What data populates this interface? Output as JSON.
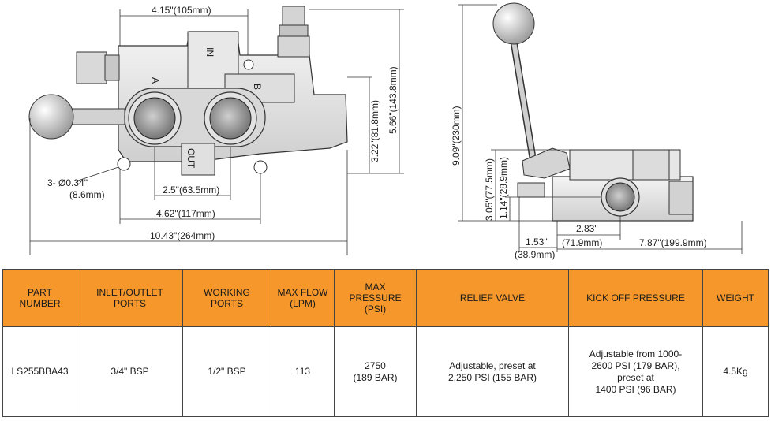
{
  "drawing": {
    "front_view": {
      "dim_width_top": "4.15\"(105mm)",
      "dim_height_inner": "3.22\"(81.8mm)",
      "dim_height_outer": "5.66\"(143.8mm)",
      "hole_callout_1": "3- Ø0.34\"",
      "hole_callout_2": "(8.6mm)",
      "dim_ports_spacing": "2.5\"(63.5mm)",
      "dim_mount_spacing": "4.62\"(117mm)",
      "dim_overall_length": "10.43\"(264mm)",
      "label_in": "IN",
      "label_a": "A",
      "label_b": "B",
      "label_out": "OUT"
    },
    "side_view": {
      "dim_overall_height": "9.09\"(230mm)",
      "dim_body_height": "3.05\"(77.5mm)",
      "dim_port_height": "1.14\"(28.9mm)",
      "dim_left_offset_1": "1.53\"",
      "dim_left_offset_2": "(38.9mm)",
      "dim_port_offset_1": "2.83\"",
      "dim_port_offset_2": "(71.9mm)",
      "dim_body_length": "7.87\"(199.9mm)"
    }
  },
  "table": {
    "headers": [
      {
        "lines": [
          "PART NUMBER"
        ]
      },
      {
        "lines": [
          "INLET/OUTLET PORTS"
        ]
      },
      {
        "lines": [
          "WORKING PORTS"
        ]
      },
      {
        "lines": [
          "MAX FLOW",
          "(LPM)"
        ]
      },
      {
        "lines": [
          "MAX PRESSURE",
          "(PSI)"
        ]
      },
      {
        "lines": [
          "RELIEF VALVE"
        ]
      },
      {
        "lines": [
          "KICK OFF PRESSURE"
        ]
      },
      {
        "lines": [
          "WEIGHT"
        ]
      }
    ],
    "rows": [
      [
        {
          "lines": [
            "LS255BBA43"
          ]
        },
        {
          "lines": [
            "3/4\" BSP"
          ]
        },
        {
          "lines": [
            "1/2\" BSP"
          ]
        },
        {
          "lines": [
            "113"
          ]
        },
        {
          "lines": [
            "2750",
            "(189 BAR)"
          ]
        },
        {
          "lines": [
            "Adjustable, preset at",
            "2,250 PSI (155 BAR)"
          ]
        },
        {
          "lines": [
            "Adjustable from 1000-",
            "2600 PSI (179 BAR),",
            "preset at",
            "1400 PSI (96 BAR)"
          ]
        },
        {
          "lines": [
            "4.5Kg"
          ]
        }
      ]
    ]
  },
  "colors": {
    "header_bg": "#f5972a",
    "line": "#444444",
    "body_fill": "#e6e6e6"
  }
}
